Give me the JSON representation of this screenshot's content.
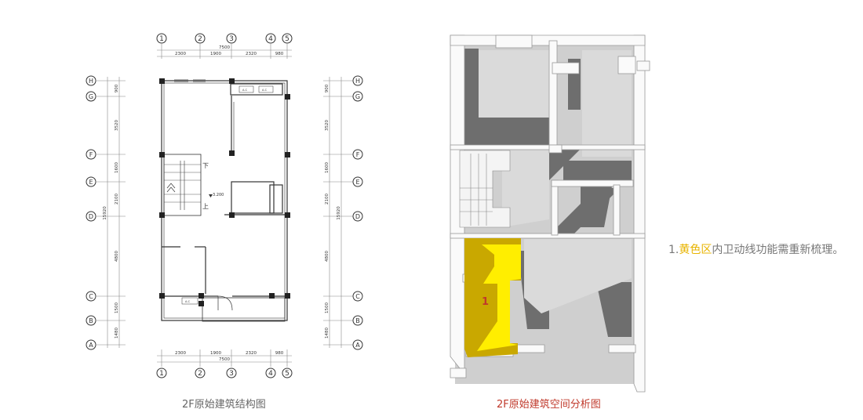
{
  "plan_left": {
    "caption": "2F原始建筑结构图",
    "col_axes": [
      "1",
      "2",
      "3",
      "4",
      "5"
    ],
    "row_axes": [
      "H",
      "G",
      "F",
      "E",
      "D",
      "C",
      "B",
      "A"
    ],
    "top_dims": [
      "2300",
      "1900",
      "2320",
      "980"
    ],
    "top_total": "7500",
    "bottom_dims": [
      "2300",
      "1900",
      "2320",
      "980"
    ],
    "bottom_total": "7500",
    "side_dims": [
      "900",
      "3520",
      "1600",
      "2100",
      "4800",
      "1500",
      "1480"
    ],
    "side_total": "15920",
    "stair_down": "下",
    "stair_up": "上",
    "level_mark": "3.200",
    "window_tag": "A-C"
  },
  "plan_right": {
    "caption": "2F原始建筑空间分析图",
    "zone_label": "1",
    "zone_color": "#ffee00"
  },
  "note": {
    "prefix": "1.",
    "highlight": "黄色区",
    "rest": "内卫动线功能需重新梳理。"
  }
}
